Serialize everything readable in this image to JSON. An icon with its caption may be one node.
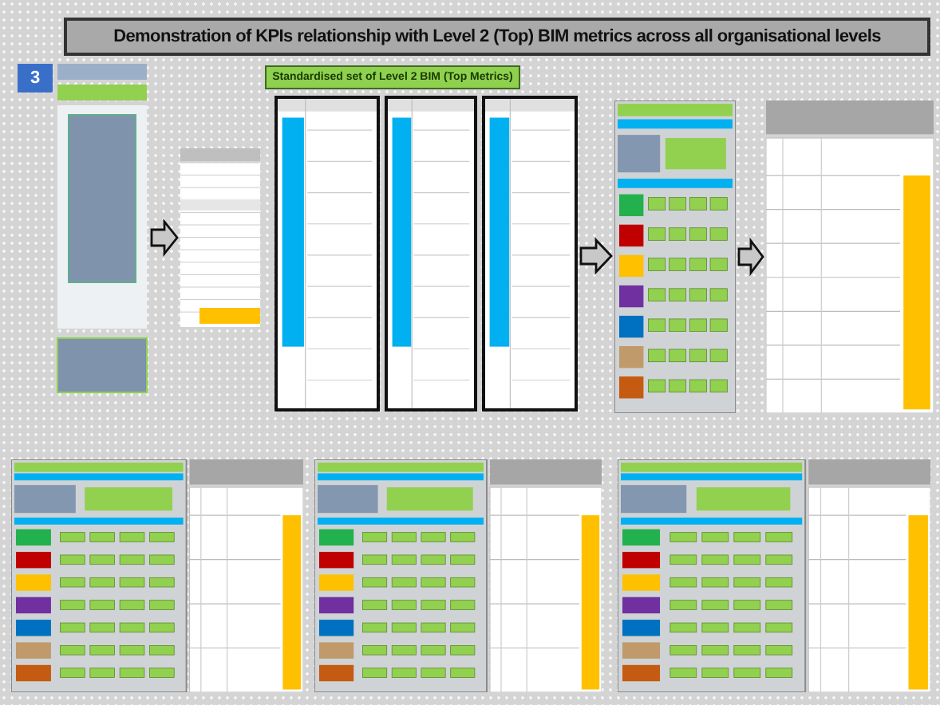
{
  "diagram": {
    "title": "Demonstration of KPIs relationship with Level 2 (Top) BIM metrics across all organisational levels",
    "nodes": [
      {
        "text": [],
        "shape": "picture"
      },
      {
        "text": [],
        "shape": "picture"
      },
      {
        "text": [
          "Standardised set of Level 2 BIM (Top Metrics)"
        ]
      },
      {
        "text": [],
        "shape": "picture"
      },
      {
        "text": [],
        "shape": "picture"
      },
      {
        "text": [],
        "shape": "picture"
      },
      {
        "text": [],
        "shape": "picture"
      },
      {
        "text": [],
        "shape": "picture"
      },
      {
        "text": [],
        "shape": "picture"
      },
      {
        "text": [],
        "shape": "picture"
      },
      {
        "text": [],
        "shape": "picture"
      }
    ],
    "edges": [
      {
        "from": 0,
        "to": 1,
        "arrow": "to"
      },
      {
        "from": 5,
        "to": 6,
        "arrow": "to"
      },
      {
        "from": 6,
        "to": 7,
        "arrow": "to"
      }
    ],
    "labels": [
      "3"
    ]
  }
}
